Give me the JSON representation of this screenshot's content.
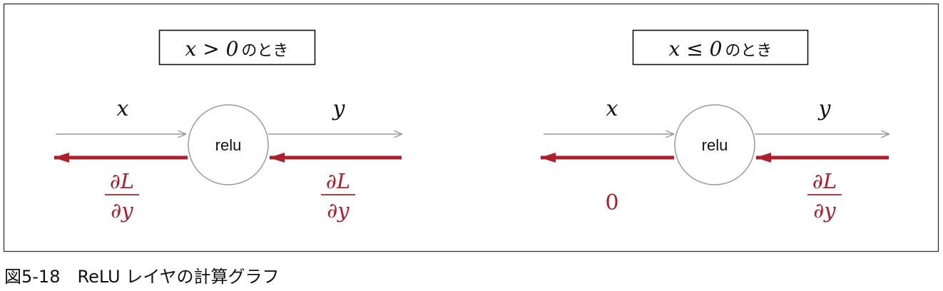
{
  "colors": {
    "gradient": "#b01e2a",
    "forward": "#9a9a9a",
    "border": "#333333",
    "text": "#111111"
  },
  "left": {
    "condition_math": "x > 0",
    "condition_text": "のとき",
    "input_label": "x",
    "output_label": "y",
    "node_label": "relu",
    "grad_in_num": "∂L",
    "grad_in_den": "∂y",
    "grad_out_num": "∂L",
    "grad_out_den": "∂y"
  },
  "right": {
    "condition_math": "x ≤ 0",
    "condition_text": "のとき",
    "input_label": "x",
    "output_label": "y",
    "node_label": "relu",
    "grad_in_num": "∂L",
    "grad_in_den": "∂y",
    "grad_out": "0"
  },
  "caption": "図5-18　ReLU レイヤの計算グラフ"
}
